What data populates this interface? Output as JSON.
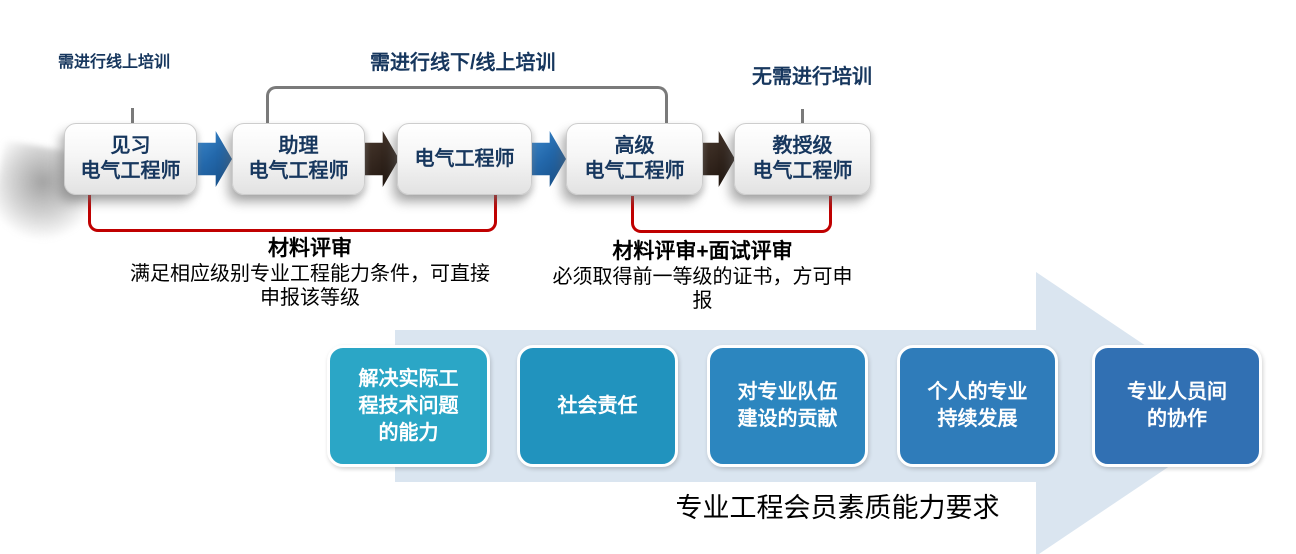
{
  "flow": {
    "training_labels": [
      {
        "text": "需进行线上培训"
      },
      {
        "text": "需进行线下/线上培训"
      },
      {
        "text": "无需进行培训"
      }
    ],
    "stages": [
      {
        "label": "见习\n电气工程师"
      },
      {
        "label": "助理\n电气工程师"
      },
      {
        "label": "电气工程师"
      },
      {
        "label": "高级\n电气工程师"
      },
      {
        "label": "教授级\n电气工程师"
      }
    ],
    "review_notes": [
      {
        "title": "材料评审",
        "body": "满足相应级别专业工程能力条件，可直接\n申报该等级"
      },
      {
        "title": "材料评审+面试评审",
        "body": "必须取得前一等级的证书，方可申\n报"
      }
    ]
  },
  "requirements": {
    "items": [
      {
        "label": "解决实际工\n程技术问题\n的能力",
        "color": "#2ba6c6"
      },
      {
        "label": "社会责任",
        "color": "#2193be"
      },
      {
        "label": "对专业队伍\n建设的贡献",
        "color": "#2c86bf"
      },
      {
        "label": "个人的专业\n持续发展",
        "color": "#2f7cba"
      },
      {
        "label": "专业人员间\n的协作",
        "color": "#3170b3"
      }
    ],
    "caption": "专业工程会员素质能力要求",
    "arrow_color": "#dae5f0"
  },
  "colors": {
    "navy_text": "#17375e",
    "red_bracket": "#c00000",
    "gray_connector": "#7a7a7a",
    "blue_arrow": "#2368ab",
    "dark_arrow": "#31241c"
  }
}
